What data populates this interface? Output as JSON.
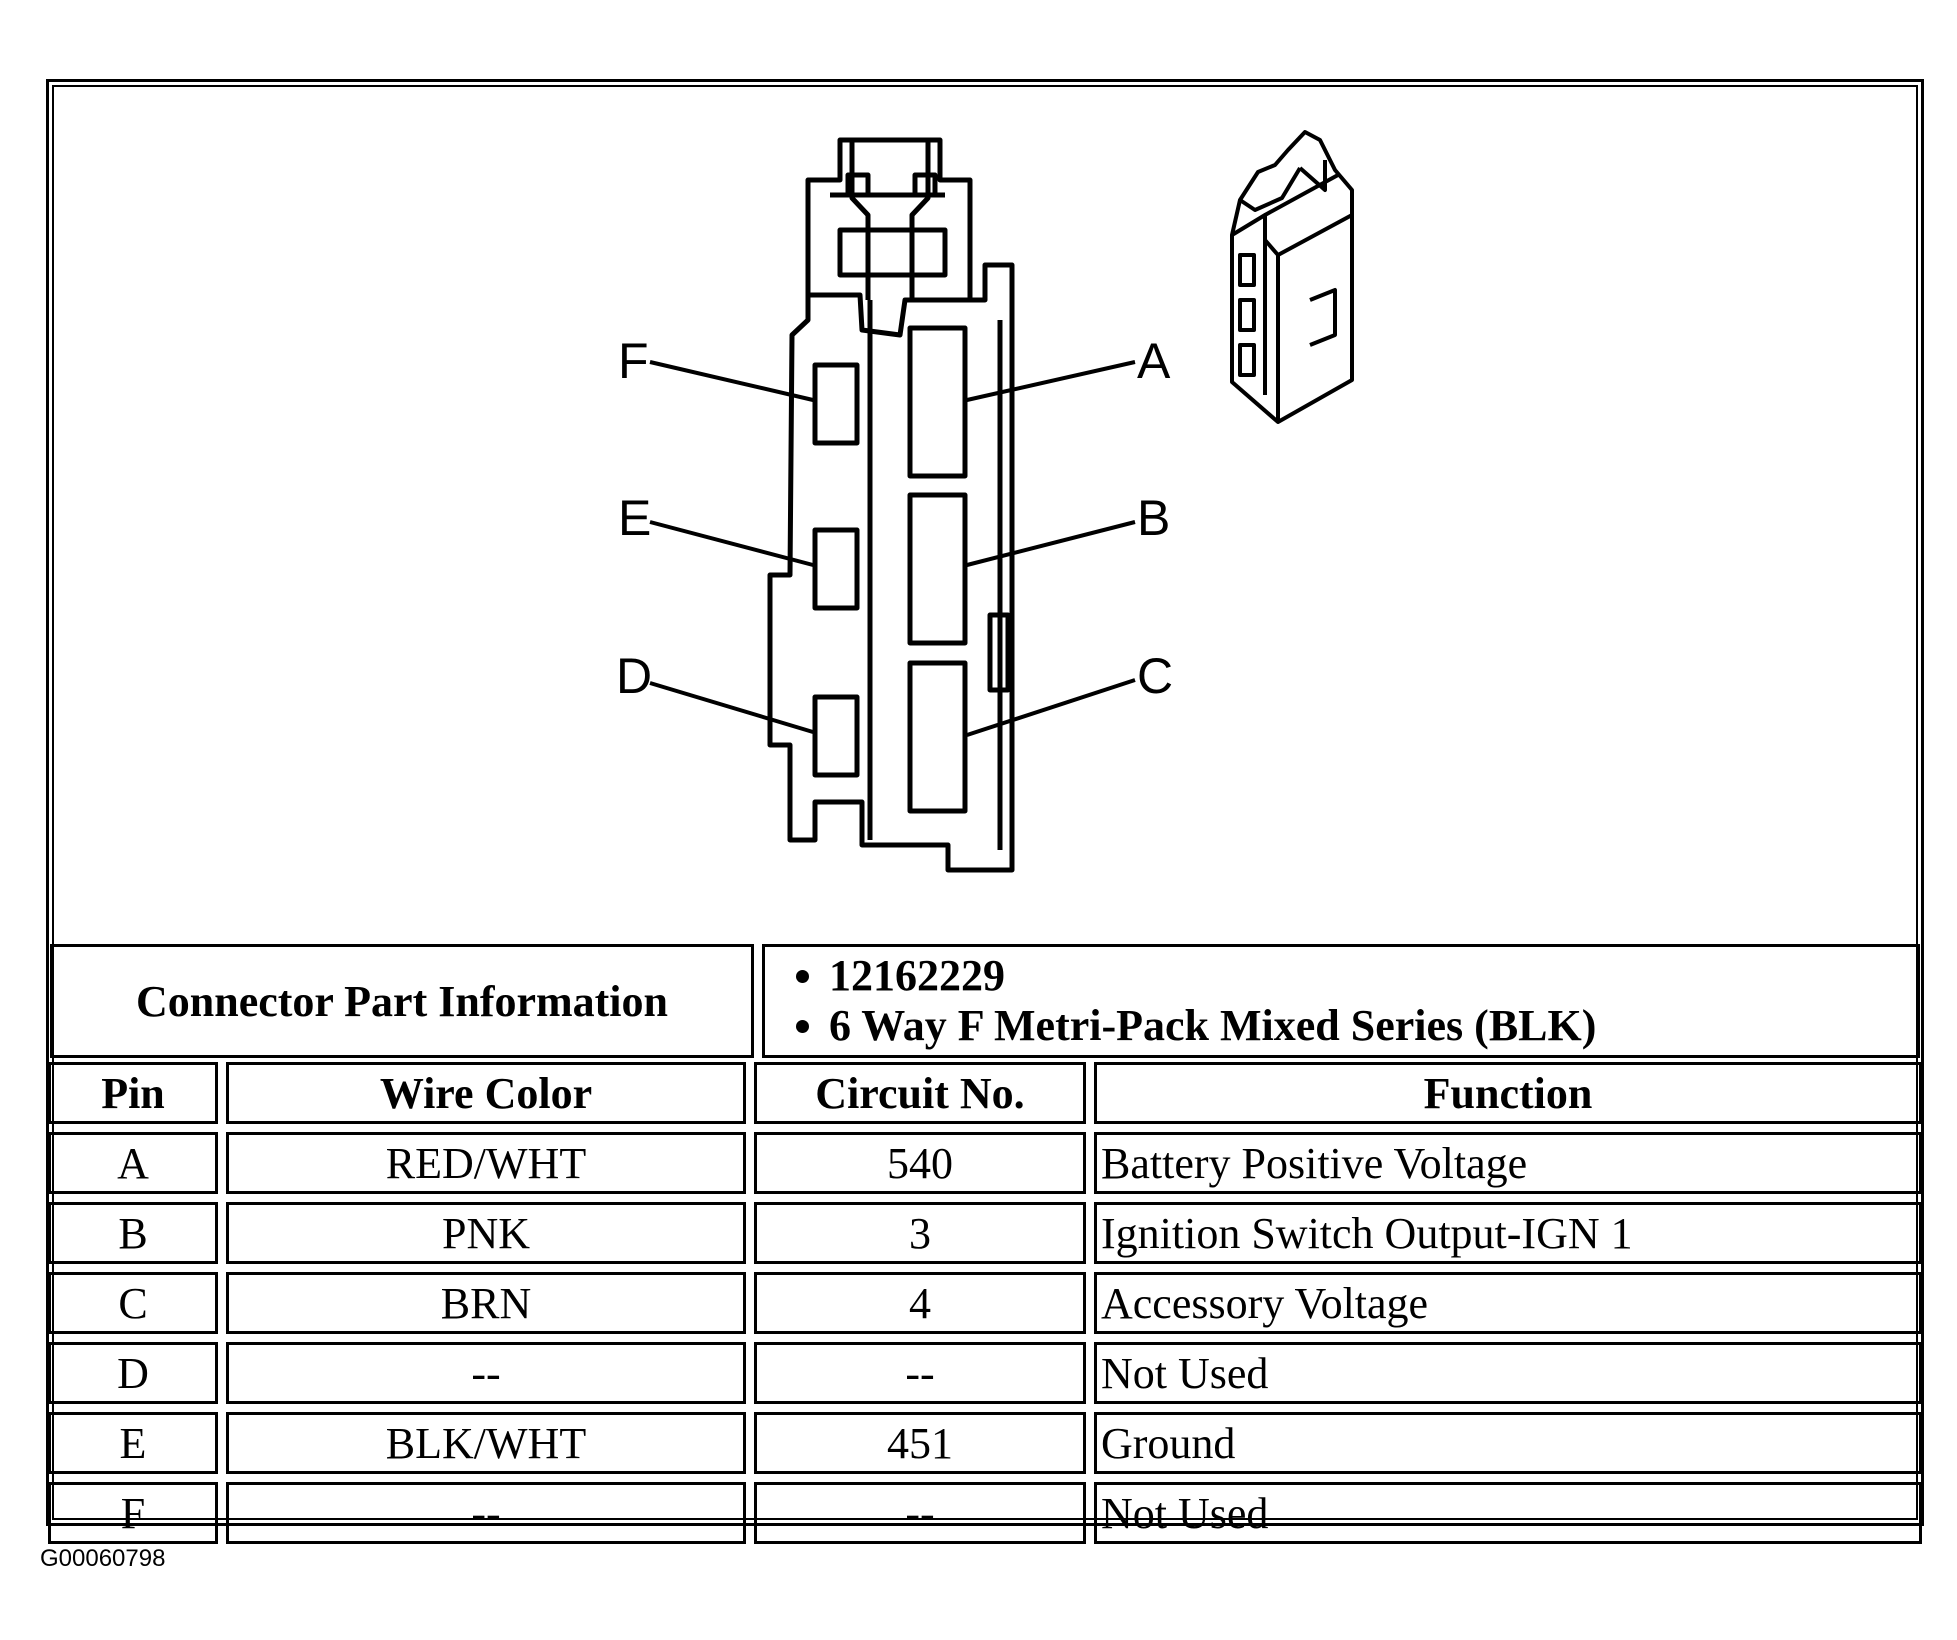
{
  "connector_info": {
    "label": "Connector Part Information",
    "part_number": "12162229",
    "description": "6 Way F Metri-Pack Mixed Series (BLK)"
  },
  "table": {
    "headers": [
      "Pin",
      "Wire Color",
      "Circuit No.",
      "Function"
    ],
    "rows": [
      {
        "pin": "A",
        "wire_color": "RED/WHT",
        "circuit": "540",
        "function": "Battery Positive Voltage"
      },
      {
        "pin": "B",
        "wire_color": "PNK",
        "circuit": "3",
        "function": "Ignition Switch Output-IGN 1"
      },
      {
        "pin": "C",
        "wire_color": "BRN",
        "circuit": "4",
        "function": "Accessory Voltage"
      },
      {
        "pin": "D",
        "wire_color": "--",
        "circuit": "--",
        "function": "Not Used"
      },
      {
        "pin": "E",
        "wire_color": "BLK/WHT",
        "circuit": "451",
        "function": "Ground"
      },
      {
        "pin": "F",
        "wire_color": "--",
        "circuit": "--",
        "function": "Not Used"
      }
    ]
  },
  "diagram": {
    "callouts": [
      "A",
      "B",
      "C",
      "D",
      "E",
      "F"
    ]
  },
  "figure_id": "G00060798"
}
